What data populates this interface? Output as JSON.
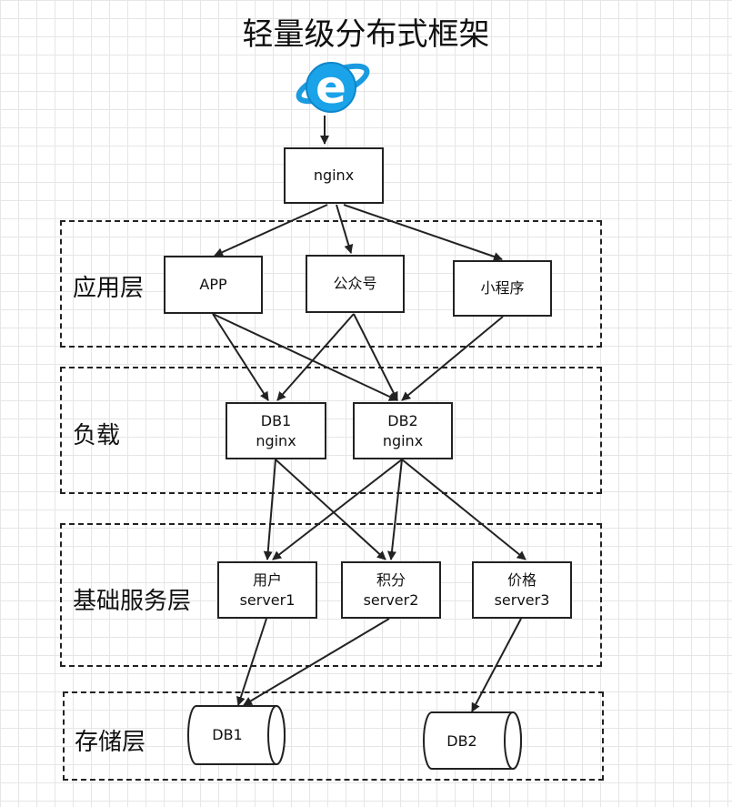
{
  "title": "轻量级分布式框架",
  "layers": {
    "app": "应用层",
    "load": "负载",
    "base": "基础服务层",
    "storage": "存储层"
  },
  "nodes": {
    "entry": {
      "line1": "nginx"
    },
    "app": {
      "line1": "APP"
    },
    "gzh": {
      "line1": "公众号"
    },
    "miniapp": {
      "line1": "小程序"
    },
    "db1nginx": {
      "line1": "DB1",
      "line2": "nginx"
    },
    "db2nginx": {
      "line1": "DB2",
      "line2": "nginx"
    },
    "user": {
      "line1": "用户",
      "line2": "server1"
    },
    "points": {
      "line1": "积分",
      "line2": "server2"
    },
    "price": {
      "line1": "价格",
      "line2": "server3"
    }
  },
  "databases": {
    "db1": "DB1",
    "db2": "DB2"
  },
  "icon": "internet-explorer-icon"
}
